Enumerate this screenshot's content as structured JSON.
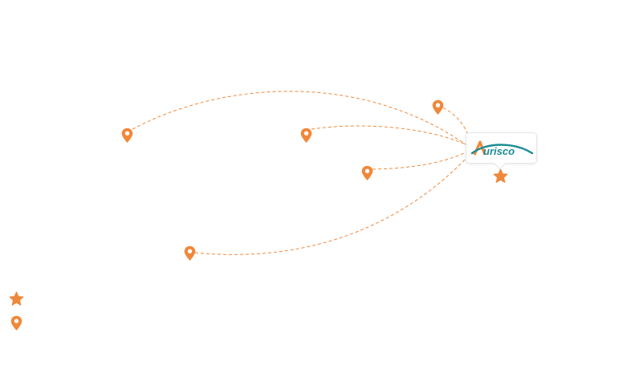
{
  "colors": {
    "accent": "#f0883a",
    "brand_teal": "#1c8c94",
    "brand_orange": "#f0883a"
  },
  "hub": {
    "logo_text": "Aurisco",
    "marker_icon": "star-marker-icon"
  },
  "locations": [
    {
      "id": "loc-1",
      "icon": "map-pin-icon"
    },
    {
      "id": "loc-2",
      "icon": "map-pin-icon"
    },
    {
      "id": "loc-3",
      "icon": "map-pin-icon"
    },
    {
      "id": "loc-4",
      "icon": "map-pin-icon"
    },
    {
      "id": "loc-5",
      "icon": "map-pin-icon"
    }
  ],
  "legend": {
    "items": [
      {
        "icon": "star-marker-icon",
        "label": ""
      },
      {
        "icon": "map-pin-icon",
        "label": ""
      }
    ]
  }
}
